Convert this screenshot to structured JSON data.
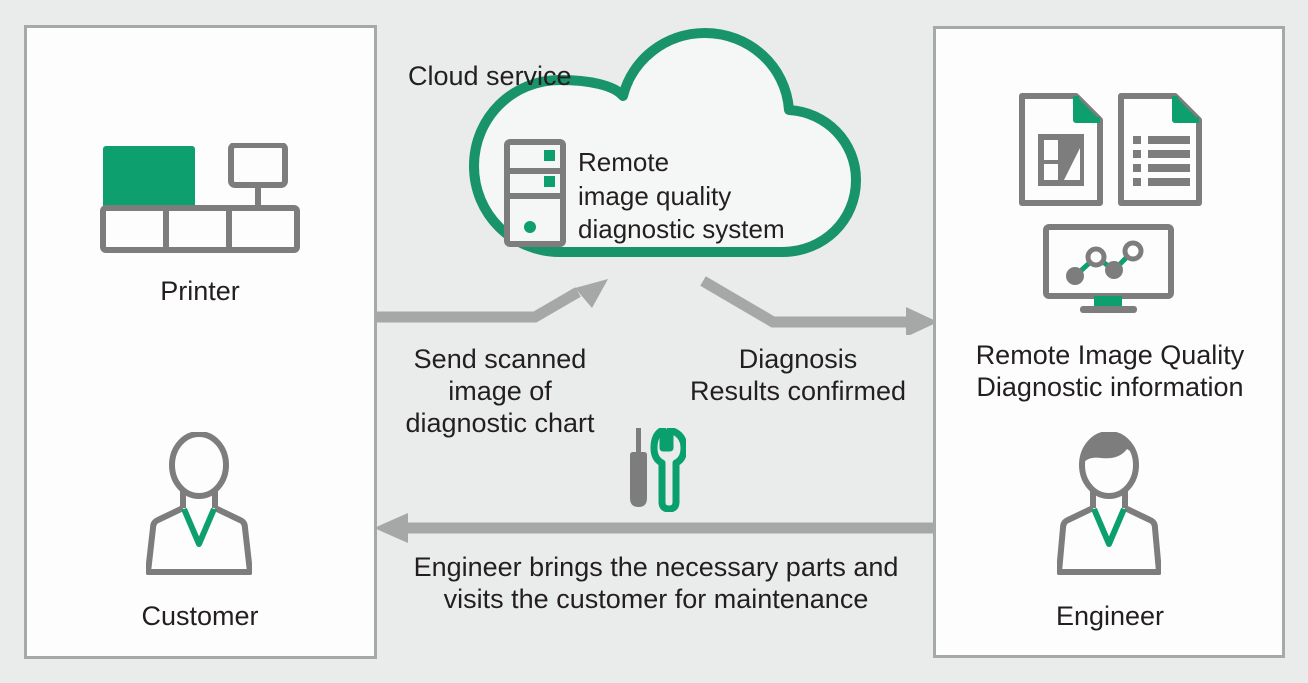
{
  "diagram": {
    "title": "Remote image quality diagnostic system flow",
    "background_color": "#eaecec",
    "accent_color": "#0e9f6e",
    "line_color": "#7d7d7d",
    "arrow_color": "#a6a8a8",
    "panel_border_color": "#a7a9a9",
    "panel_fill_color": "#fdfdfd",
    "text_color": "#231f1f"
  },
  "panels": {
    "customer": {
      "printer_label": "Printer",
      "customer_label": "Customer"
    },
    "engineer": {
      "info_label": "Remote Image Quality\nDiagnostic information",
      "engineer_label": "Engineer"
    }
  },
  "cloud": {
    "title": "Cloud service",
    "system_name": "Remote\nimage quality\ndiagnostic system"
  },
  "flows": {
    "send": "Send scanned\nimage of\ndiagnostic chart",
    "diagnosis": "Diagnosis\nResults confirmed",
    "visit": "Engineer brings the necessary parts and\nvisits the customer for maintenance"
  },
  "icons": {
    "printer": "printer-icon",
    "server": "server-rack-icon",
    "cloud": "cloud-icon",
    "customer": "person-customer-icon",
    "engineer": "person-engineer-icon",
    "tools": "screwdriver-wrench-icon",
    "documents": "document-pair-icon",
    "monitor": "monitor-line-chart-icon",
    "arrow_up": "arrow-up-right-icon",
    "arrow_down": "arrow-down-right-icon",
    "arrow_back": "arrow-left-icon"
  }
}
